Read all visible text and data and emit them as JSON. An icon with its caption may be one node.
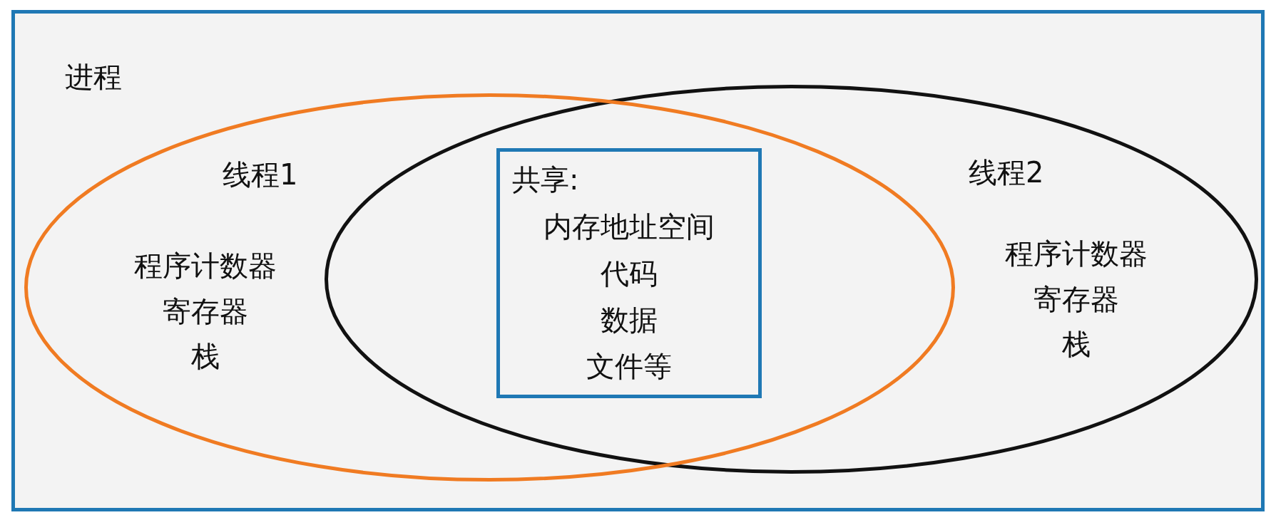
{
  "diagram": {
    "nodes": [
      {
        "text": [
          "进程"
        ]
      },
      {
        "text": [
          "线程1",
          "程序计数器",
          "寄存器",
          "栈"
        ],
        "in": 0
      },
      {
        "text": [
          "线程2",
          "程序计数器",
          "寄存器",
          "栈"
        ],
        "in": 0
      },
      {
        "text": [
          "共享:",
          "内存地址空间",
          "代码",
          "数据",
          "文件等"
        ]
      }
    ]
  }
}
